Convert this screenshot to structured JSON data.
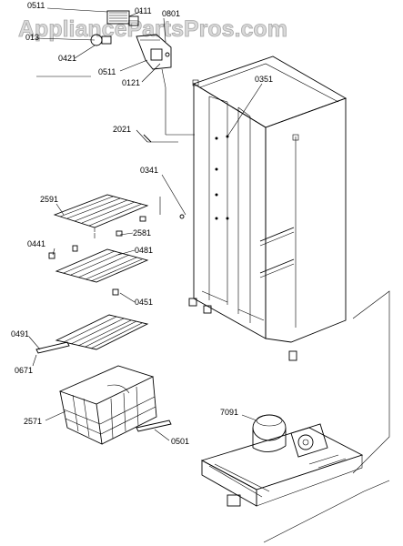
{
  "watermark": "AppliancePartsPros.com",
  "callouts": {
    "c0511a": "0511",
    "c0111": "0111",
    "c0801": "0801",
    "c013": "013",
    "c0421": "0421",
    "c0511b": "0511",
    "c0121": "0121",
    "c0351": "0351",
    "c2021": "2021",
    "c0341": "0341",
    "c2591": "2591",
    "c2581": "2581",
    "c0441": "0441",
    "c0481": "0481",
    "c0451": "0451",
    "c0491": "0491",
    "c0671": "0671",
    "c2571": "2571",
    "c0501": "0501",
    "c7091": "7091"
  }
}
